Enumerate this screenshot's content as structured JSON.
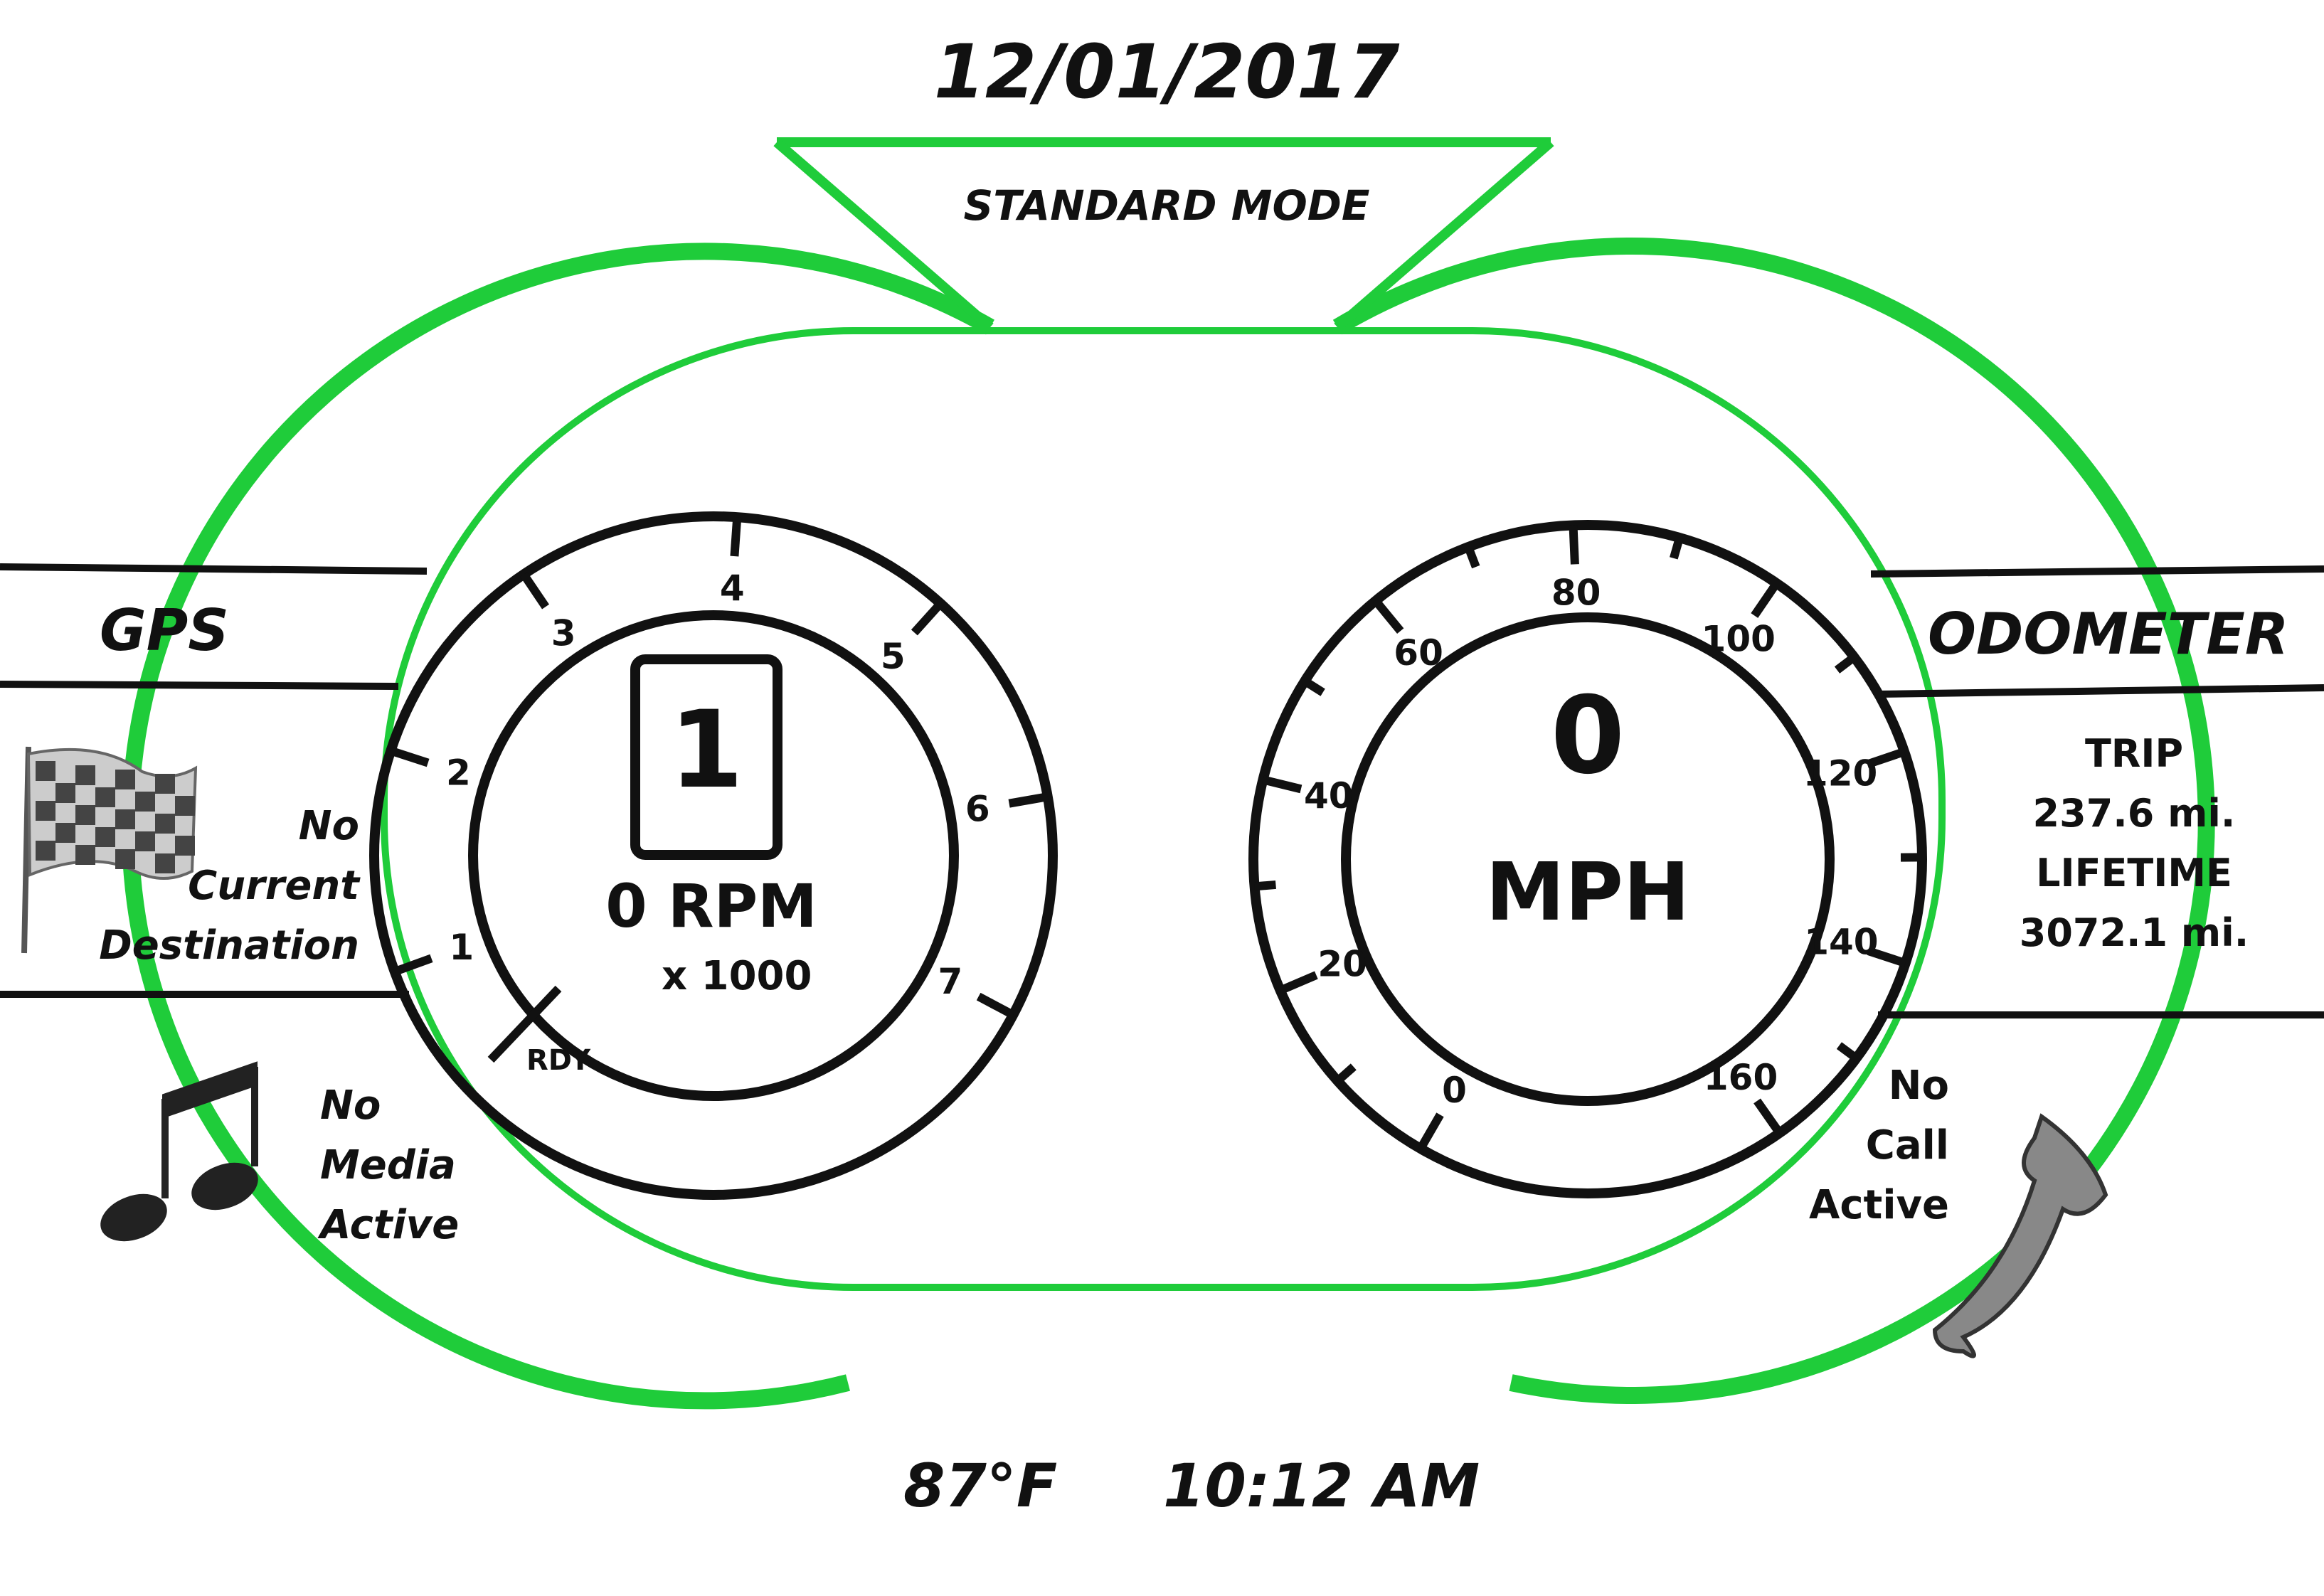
{
  "header": {
    "date": "12/01/2017",
    "mode": "STANDARD MODE"
  },
  "footer": {
    "temperature": "87°F",
    "clock": "10:12 AM"
  },
  "gps": {
    "title": "GPS",
    "status_lines": [
      "No",
      "Current",
      "Destination"
    ],
    "icon": "checkered-flag-icon"
  },
  "media": {
    "status_lines": [
      "No",
      "Media",
      "Active"
    ],
    "icon": "music-note-icon"
  },
  "phone": {
    "status_lines": [
      "No",
      "Call",
      "Active"
    ],
    "icon": "phone-handset-icon"
  },
  "odometer": {
    "title": "ODOMETER",
    "trip_label": "TRIP",
    "trip_value": "237.6 mi.",
    "lifetime_label": "LIFETIME",
    "lifetime_value": "3072.1 mi."
  },
  "tachometer": {
    "gear": "1",
    "rpm_readout": "0 RPM",
    "multiplier": "x 1000",
    "ready_label": "RDY",
    "rpm_value": 0,
    "tick_labels": [
      "1",
      "2",
      "3",
      "4",
      "5",
      "6",
      "7"
    ]
  },
  "speedometer": {
    "speed": "0",
    "unit": "MPH",
    "speed_value": 0,
    "tick_labels": [
      "0",
      "20",
      "40",
      "60",
      "80",
      "100",
      "120",
      "140",
      "160"
    ]
  },
  "colors": {
    "frame": "#1fcc3a",
    "ink": "#111111",
    "background": "#ffffff"
  }
}
